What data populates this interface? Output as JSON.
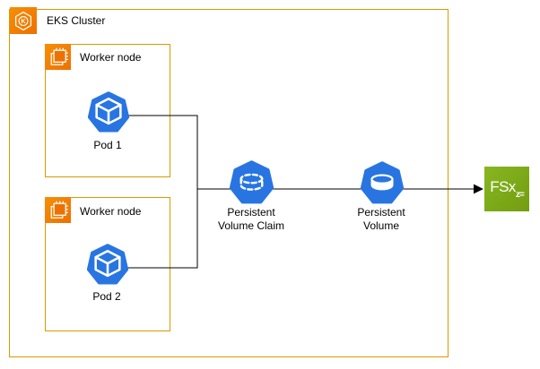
{
  "colors": {
    "group_border_orange": "#D79B00",
    "aws_resource_orange": "#ED7100",
    "kubernetes_blue": "#2875E2",
    "fsx_green": "#7AA116",
    "connector_black": "#000000"
  },
  "cluster": {
    "label": "EKS Cluster",
    "icon_letter": "K"
  },
  "worker_nodes": [
    {
      "label": "Worker node",
      "pod_label": "Pod 1"
    },
    {
      "label": "Worker node",
      "pod_label": "Pod 2"
    }
  ],
  "pvc": {
    "line1": "Persistent",
    "line2": "Volume Claim"
  },
  "pv": {
    "line1": "Persistent",
    "line2": "Volume"
  },
  "fsx": {
    "label": "FSx",
    "sub_label": "z="
  }
}
